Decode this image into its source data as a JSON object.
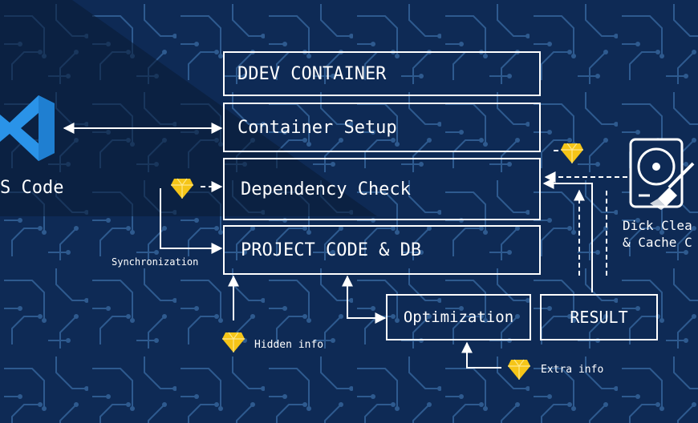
{
  "boxes": {
    "ddev_container": "DDEV CONTAINER",
    "container_setup": "Container Setup",
    "dependency_check": "Dependency Check",
    "project_code_db": "PROJECT CODE & DB",
    "optimization": "Optimization",
    "result": "RESULT"
  },
  "labels": {
    "vscode": "S Code",
    "synchronization": "Synchronization",
    "hidden_info": "Hidden info",
    "extra_info": "Extra info",
    "disk_cleanup_line1": "Dick Clea",
    "disk_cleanup_line2": "& Cache C"
  },
  "icons": {
    "logo": "vscode-logo-icon",
    "gem": "diamond-icon",
    "disk": "hard-drive-broom-icon"
  },
  "colors": {
    "background": "#0e2a55",
    "background_dark": "#091a33",
    "circuit": "#2e5a8f",
    "box_border": "#ffffff",
    "gem": "#f5c518",
    "vscode_blue": "#2a93e8"
  }
}
